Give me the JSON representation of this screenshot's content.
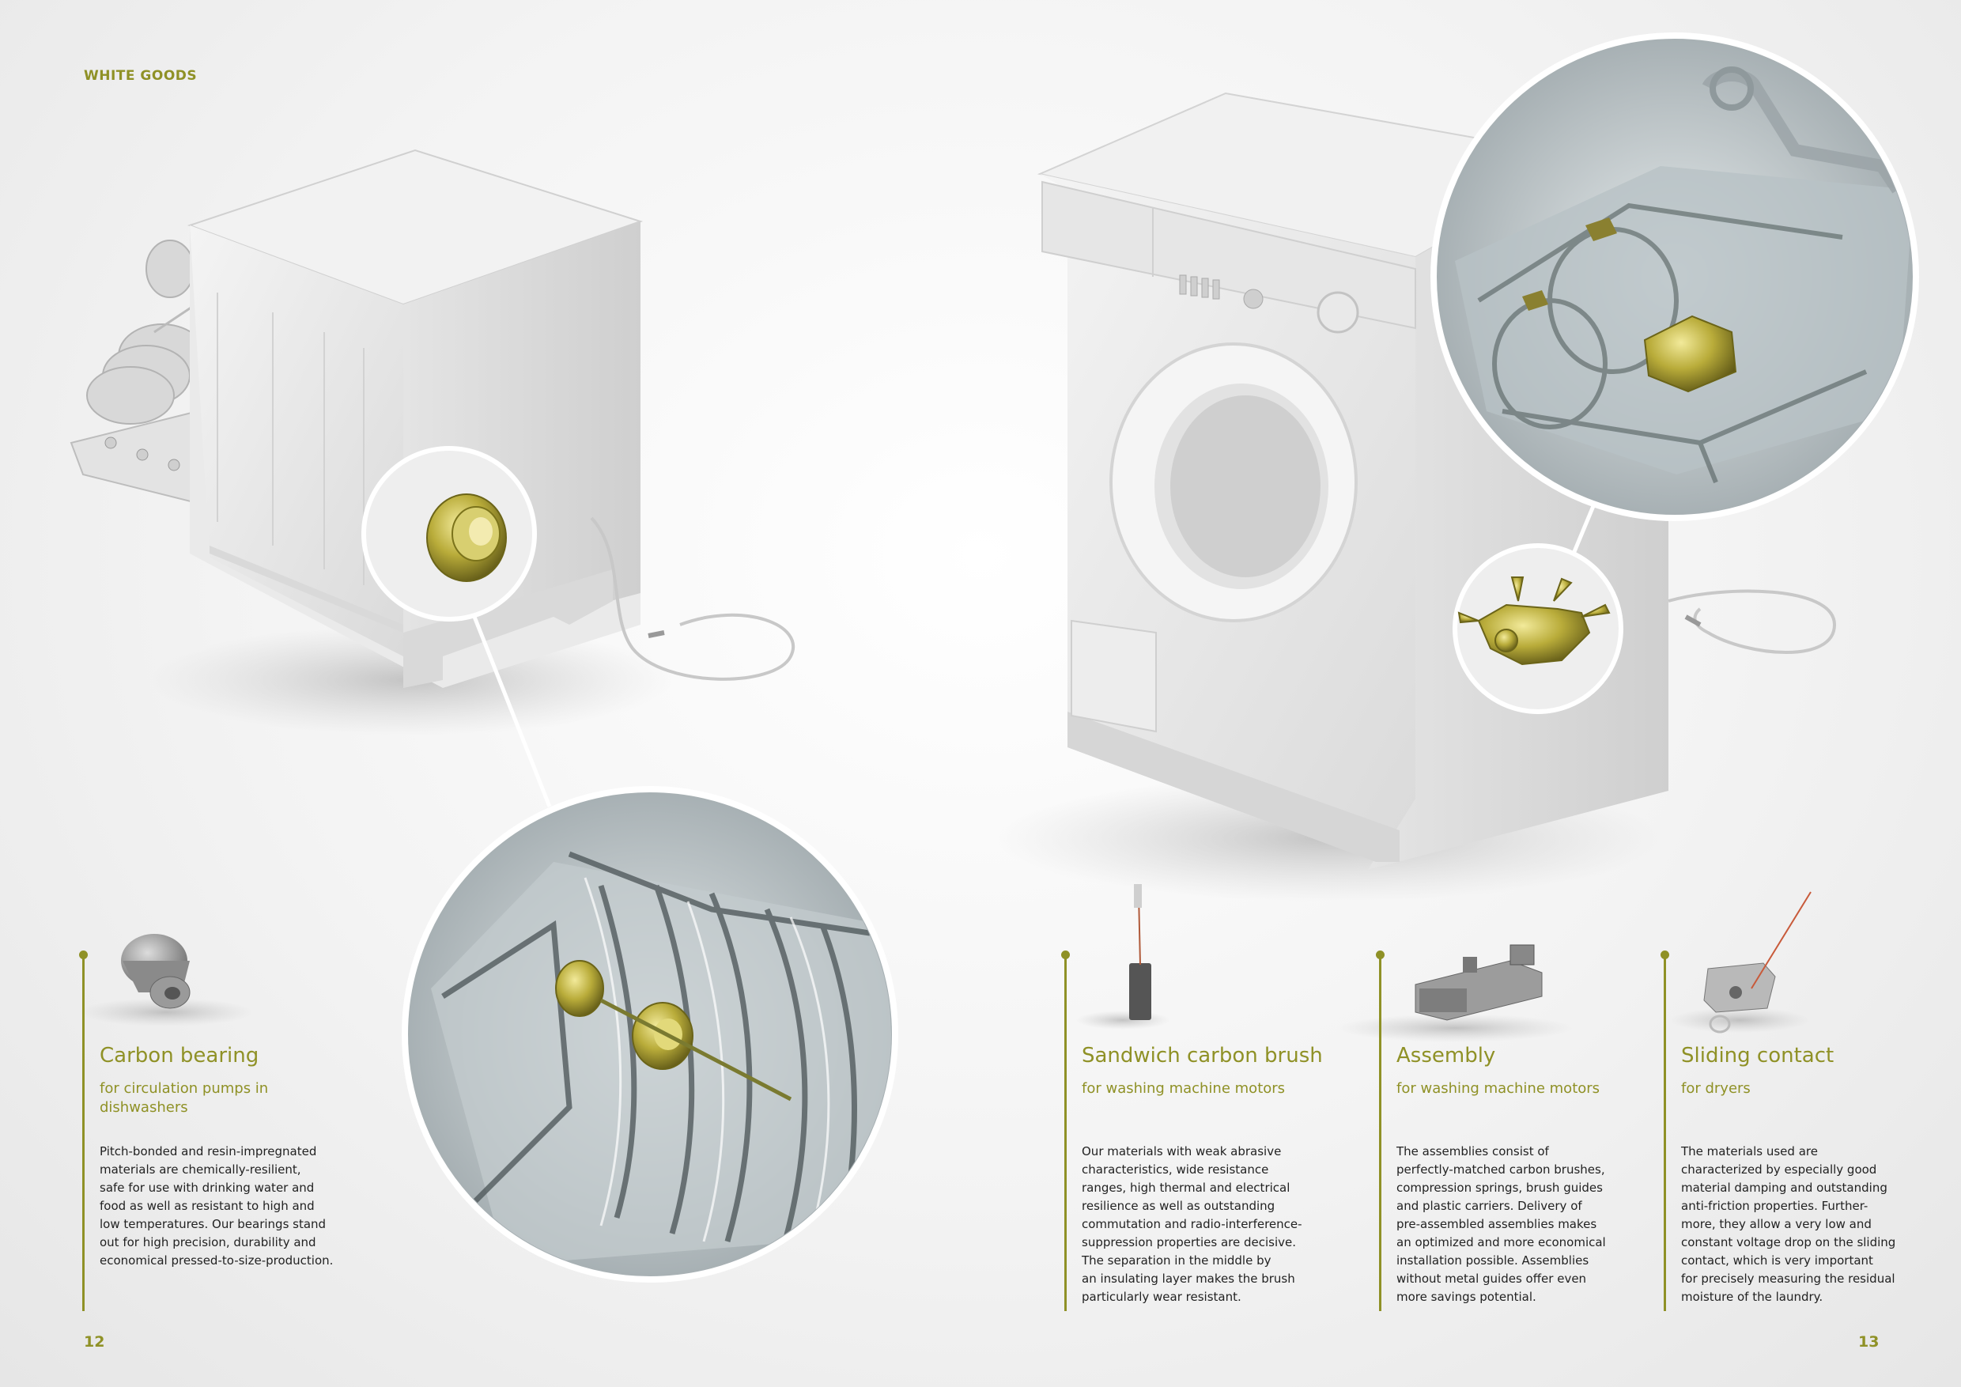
{
  "header": {
    "section_label": "WHITE GOODS"
  },
  "pages": {
    "left_number": "12",
    "right_number": "13"
  },
  "colors": {
    "accent": "#8f9126",
    "text": "#222222",
    "brass": "#b9ac3a"
  },
  "products": [
    {
      "title": "Carbon bearing",
      "subtitle": "for circulation pumps in dishwashers",
      "body": "Pitch-bonded and resin-impregnated\nmaterials are chemically-resilient,\nsafe for use with drinking water and\nfood as well as resistant to high and\nlow temperatures. Our bearings stand\nout for high precision, durability and\neconomical pressed-to-size-production."
    },
    {
      "title": "Sandwich carbon brush",
      "subtitle": "for washing machine motors",
      "body": "Our materials with weak abrasive\ncharacteristics, wide resistance\nranges, high thermal and electrical\nresilience as well as outstanding\ncommutation and radio-interference-\nsuppression properties are decisive.\nThe separation in the middle by\nan insulating layer makes the brush\nparticularly wear resistant."
    },
    {
      "title": "Assembly",
      "subtitle": "for washing machine motors",
      "body": "The assemblies consist of\nperfectly-matched carbon brushes,\ncompression springs, brush guides\nand plastic carriers. Delivery of\npre-assembled assemblies makes\nan optimized and more economical\ninstallation possible. Assemblies\nwithout metal guides offer even\nmore savings potential."
    },
    {
      "title": "Sliding contact",
      "subtitle": "for dryers",
      "body": "The materials used are\ncharacterized by especially good\nmaterial damping and outstanding\nanti-friction properties. Further-\nmore, they allow a very low and\nconstant voltage drop on the sliding\ncontact, which is very important\nfor precisely measuring the residual\nmoisture of the laundry."
    }
  ]
}
